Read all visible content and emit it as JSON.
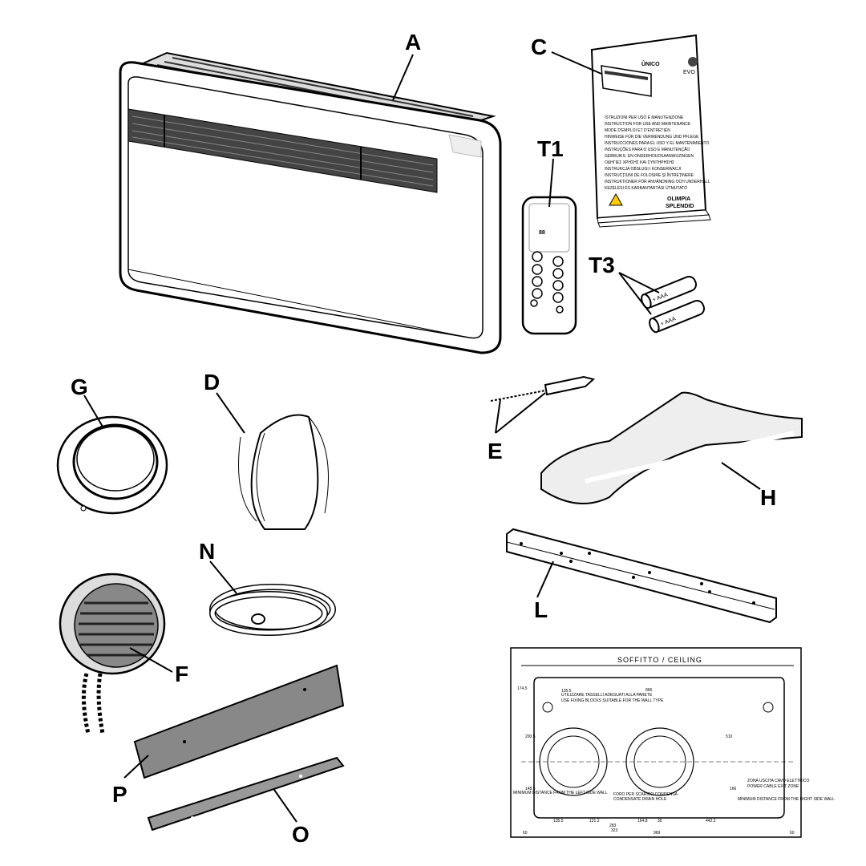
{
  "labels": {
    "A": "A",
    "C": "C",
    "T1": "T1",
    "T3": "T3",
    "G": "G",
    "D": "D",
    "E": "E",
    "H": "H",
    "N": "N",
    "L": "L",
    "F": "F",
    "P": "P",
    "O": "O"
  },
  "manual": {
    "brand": "ÛNICO",
    "model": "EVO",
    "languages": [
      "ISTRUZIONI PER USO E MANUTENZIONE",
      "INSTRUCTION FOR USE AND MAINTENANCE",
      "MODE D'EMPLOI ET D'ENTRETIEN",
      "HINWEISE FÜR DIE VERWENDUNG UND PFLEGE",
      "INSTRUCCIONES PARA EL USO Y EL MANTENIMIENTO",
      "INSTRUÇÕES PARA O USO E MANUTENÇÃO",
      "GEBRUIKS- EN ONDERHOUDSAANWIJZINGEN",
      "ΟΔΗΓΙΕΣ ΧΡΗΣΗΣ ΚΑΙ ΣΥΝΤΗΡΗΣΗΣ",
      "INSTRUKCJA OBSŁUGI I KONSERWACJI",
      "INSTRUCȚIUNI DE FOLOSIRE ȘI ÎNTREȚINERE",
      "INSTRUKTIONER FÖR ANVÄNDNING OCH UNDERHÅLL",
      "KEZELÉSI ÉS KARBANTARTÁSI ÚTMUTATÓ"
    ],
    "maker_line1": "OLIMPIA",
    "maker_line2": "SPLENDID"
  },
  "remote": {
    "display": "88"
  },
  "batteries": {
    "label1": "+ AAA",
    "label2": "+ AAA"
  },
  "template": {
    "header": "SOFFITTO / CEILING",
    "warning_line1": "UTILIZZARE TASSELLI ADEGUATI ALLA PARETE",
    "warning_line2": "USE FIXING BLOCKS SUITABLE FOR THE WALL TYPE",
    "hole_label": "FORO PER SCARICO CONDENSA",
    "hole_label2": "CONDENSATE DRAIN HOLE",
    "power_label1": "ZONA USCITA CAVO ELETTRICO",
    "power_label2": "POWER CABLE EXIT ZONE",
    "left_side1": "MINIMUM DISTANCE FROM THE LEFT SIDE WALL",
    "right_side1": "MINIMUM DISTANCE FROM THE RIGHT SIDE WALL",
    "dims": {
      "d_left": "135.5",
      "d_center1": "121.2",
      "d_center2": "283",
      "d_center3": "164.8",
      "d_right": "442.2",
      "d_total": "969",
      "d_width": "866",
      "d_height": "510",
      "d_323": "323",
      "d_60a": "60",
      "d_60b": "60",
      "d_30": "30",
      "d_top": "174.5",
      "d_h1": "200.5",
      "d_h2": "148.5",
      "d_h3": "166"
    }
  }
}
